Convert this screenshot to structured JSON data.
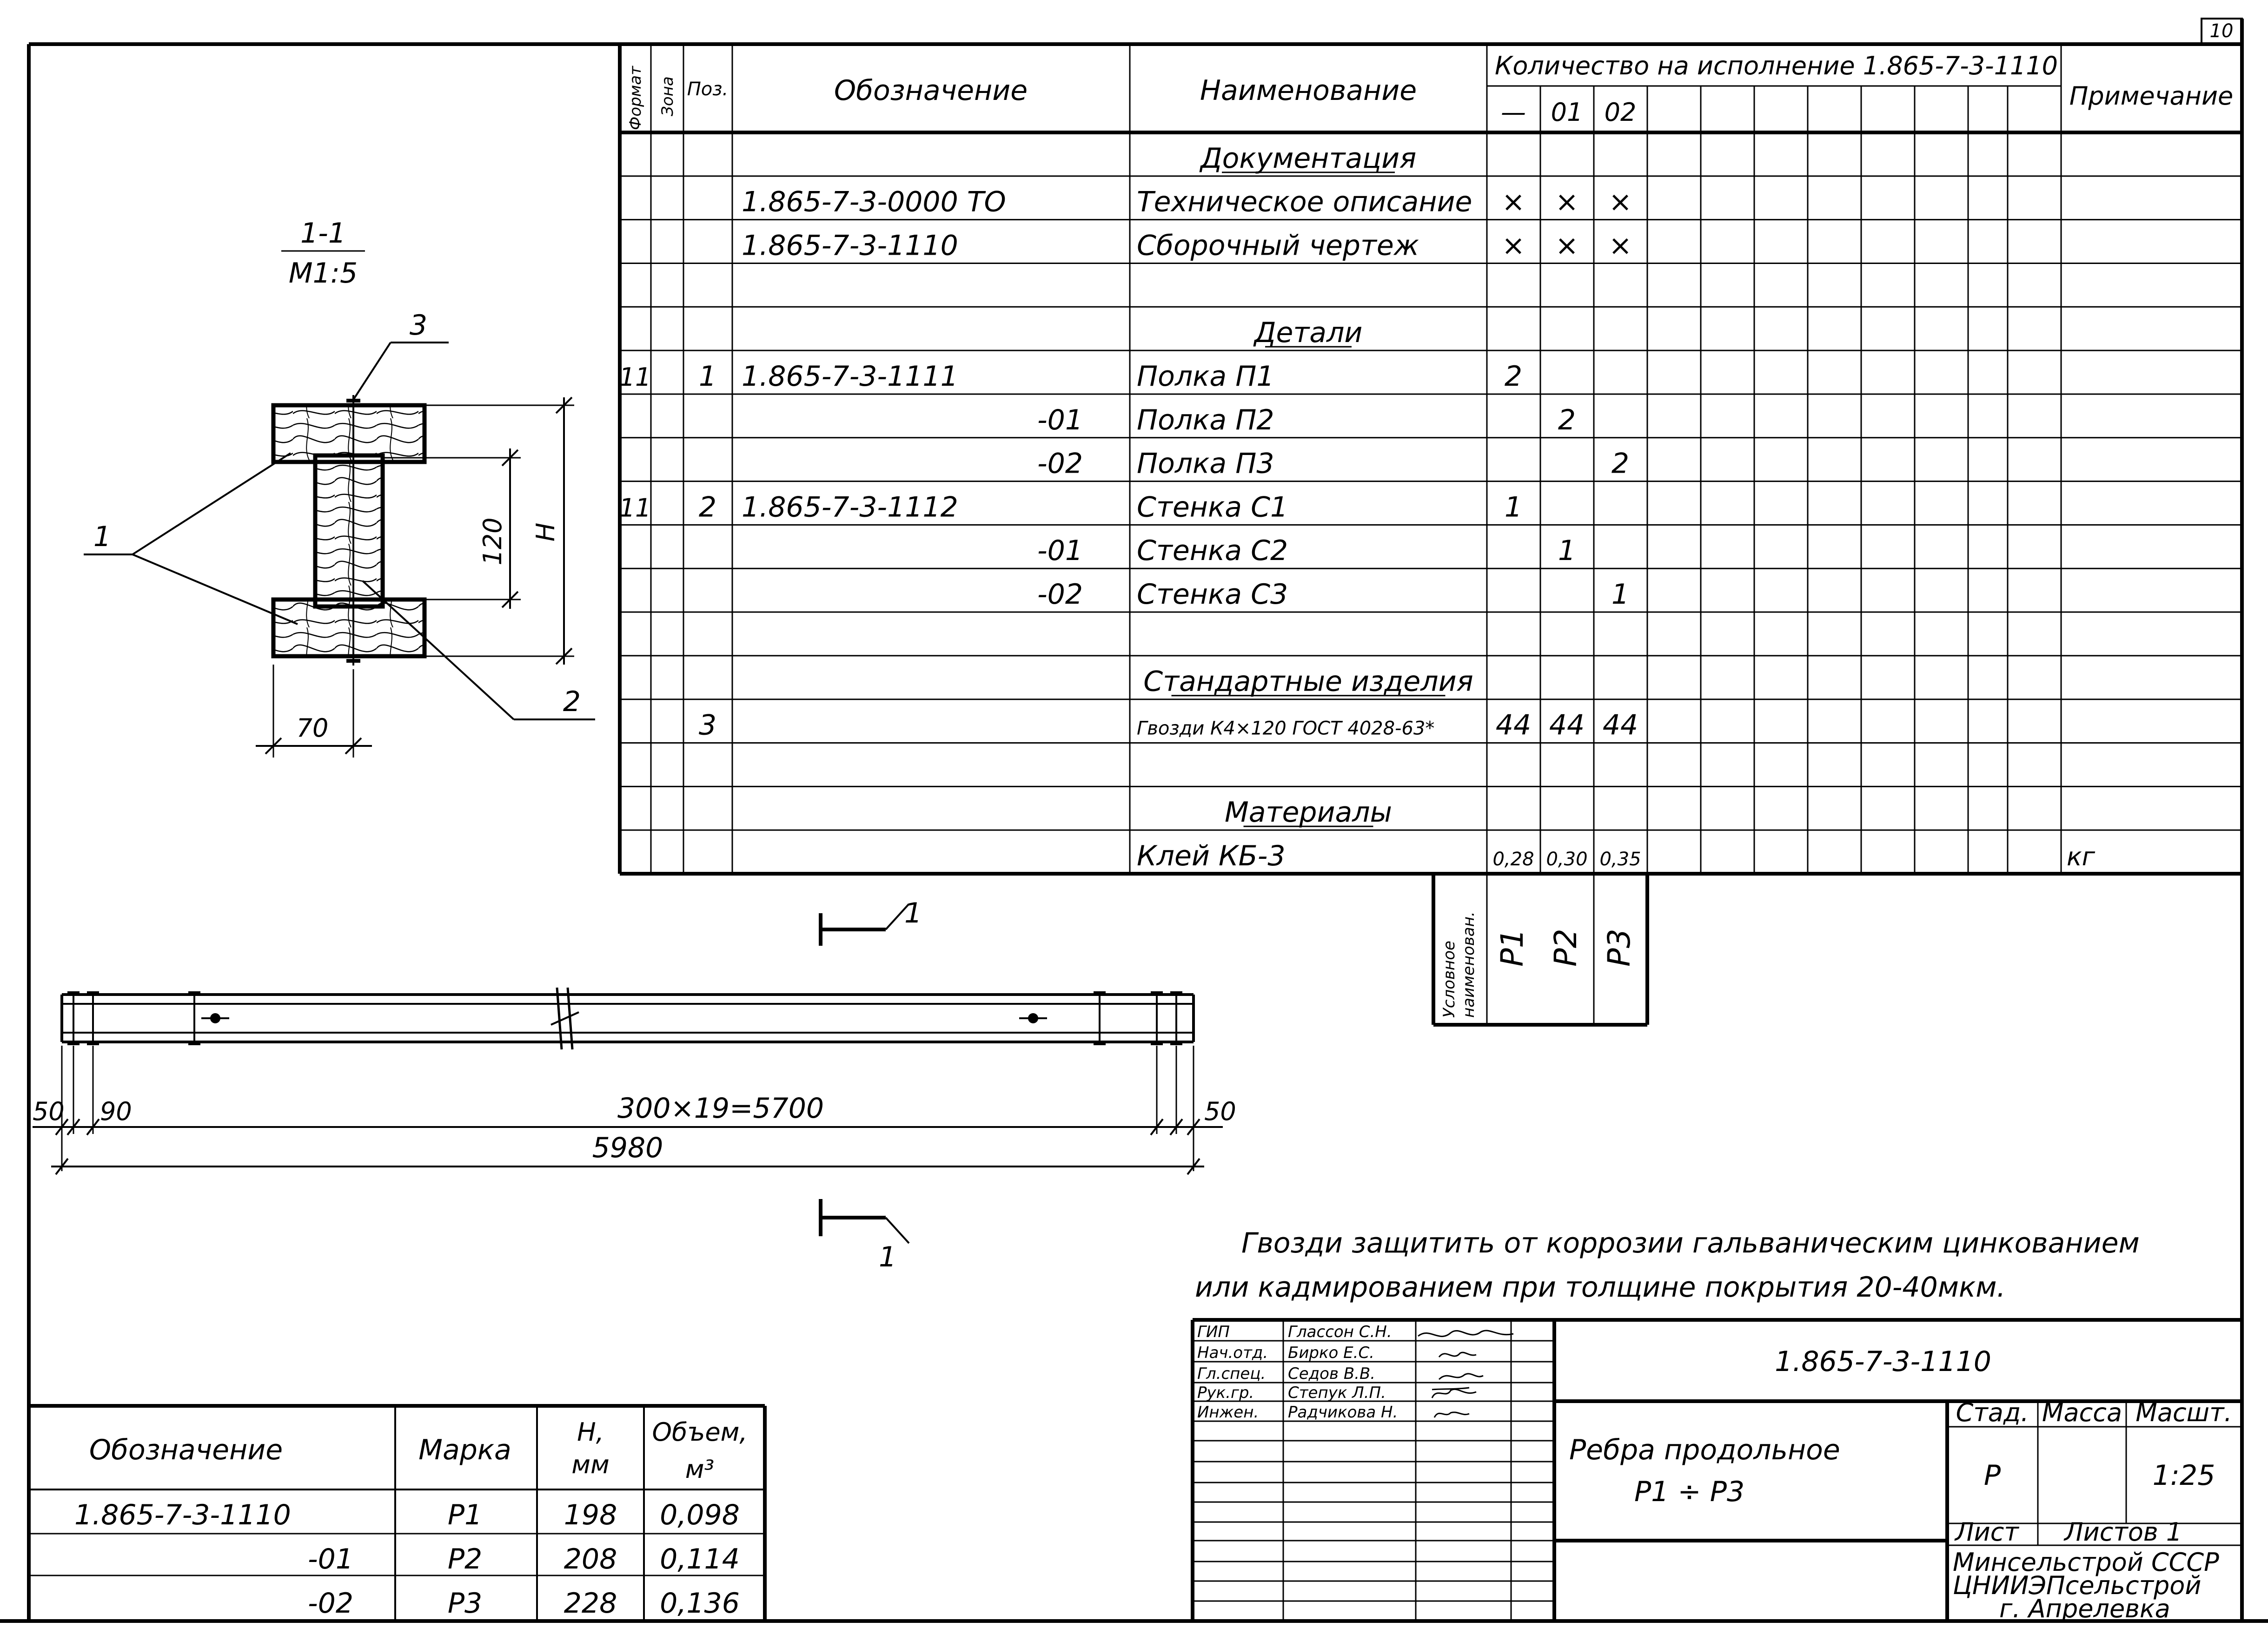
{
  "sheet_number": "10",
  "spec": {
    "header": {
      "format": "Формат",
      "zone": "Зона",
      "pos": "Поз.",
      "designation": "Обозначение",
      "name": "Наименование",
      "qty_title": "Количество на исполнение 1.865-7-3-1110",
      "qty_cols": [
        "—",
        "01",
        "02"
      ],
      "note": "Примечание"
    },
    "rows": [
      {
        "format": "",
        "pos": "",
        "designation": "",
        "name": "Документация",
        "q1": "",
        "q2": "",
        "q3": "",
        "note": "",
        "section": true
      },
      {
        "format": "",
        "pos": "",
        "designation": "1.865-7-3-0000 ТО",
        "name": "Техническое описание",
        "q1": "×",
        "q2": "×",
        "q3": "×",
        "note": ""
      },
      {
        "format": "",
        "pos": "",
        "designation": "1.865-7-3-1110",
        "name": "Сборочный чертеж",
        "q1": "×",
        "q2": "×",
        "q3": "×",
        "note": ""
      },
      {
        "format": "",
        "pos": "",
        "designation": "",
        "name": "",
        "q1": "",
        "q2": "",
        "q3": "",
        "note": ""
      },
      {
        "format": "",
        "pos": "",
        "designation": "",
        "name": "Детали",
        "q1": "",
        "q2": "",
        "q3": "",
        "note": "",
        "section": true
      },
      {
        "format": "11",
        "pos": "1",
        "designation": "1.865-7-3-1111",
        "name": "Полка П1",
        "q1": "2",
        "q2": "",
        "q3": "",
        "note": ""
      },
      {
        "format": "",
        "pos": "",
        "designation": "-01",
        "name": "Полка П2",
        "q1": "",
        "q2": "2",
        "q3": "",
        "note": "",
        "suffix": true
      },
      {
        "format": "",
        "pos": "",
        "designation": "-02",
        "name": "Полка П3",
        "q1": "",
        "q2": "",
        "q3": "2",
        "note": "",
        "suffix": true
      },
      {
        "format": "11",
        "pos": "2",
        "designation": "1.865-7-3-1112",
        "name": "Стенка С1",
        "q1": "1",
        "q2": "",
        "q3": "",
        "note": ""
      },
      {
        "format": "",
        "pos": "",
        "designation": "-01",
        "name": "Стенка С2",
        "q1": "",
        "q2": "1",
        "q3": "",
        "note": "",
        "suffix": true
      },
      {
        "format": "",
        "pos": "",
        "designation": "-02",
        "name": "Стенка С3",
        "q1": "",
        "q2": "",
        "q3": "1",
        "note": "",
        "suffix": true
      },
      {
        "format": "",
        "pos": "",
        "designation": "",
        "name": "",
        "q1": "",
        "q2": "",
        "q3": "",
        "note": ""
      },
      {
        "format": "",
        "pos": "",
        "designation": "",
        "name": "Стандартные изделия",
        "q1": "",
        "q2": "",
        "q3": "",
        "note": "",
        "section": true
      },
      {
        "format": "",
        "pos": "3",
        "designation": "",
        "name": "Гвозди К4×120 ГОСТ 4028-63*",
        "q1": "44",
        "q2": "44",
        "q3": "44",
        "note": "",
        "small": true
      },
      {
        "format": "",
        "pos": "",
        "designation": "",
        "name": "",
        "q1": "",
        "q2": "",
        "q3": "",
        "note": ""
      },
      {
        "format": "",
        "pos": "",
        "designation": "",
        "name": "Материалы",
        "q1": "",
        "q2": "",
        "q3": "",
        "note": "",
        "section": true
      },
      {
        "format": "",
        "pos": "",
        "designation": "",
        "name": "Клей КБ-3",
        "q1": "0,28",
        "q2": "0,30",
        "q3": "0,35",
        "note": "кг",
        "smallq": true
      }
    ],
    "cond_label_1": "Условное",
    "cond_label_2": "наименован.",
    "cond_values": [
      "Р1",
      "Р2",
      "Р3"
    ]
  },
  "section_view": {
    "title": "1-1",
    "scale": "М1:5",
    "leader_1": "1",
    "leader_2": "2",
    "leader_3": "3",
    "dim_120": "120",
    "dim_h": "Н",
    "dim_70": "70"
  },
  "beam": {
    "section_mark": "1",
    "dim_50_left": "50",
    "dim_90": "90",
    "dim_main": "300×19=5700",
    "dim_50_right": "50",
    "dim_total": "5980"
  },
  "notes": {
    "line1": "Гвозди защитить от коррозии гальваническим цинкованием",
    "line2": "или кадмированием при толщине покрытия 20-40мкм."
  },
  "variants": {
    "headers": {
      "designation": "Обозначение",
      "mark": "Марка",
      "h": "Н,",
      "h_unit": "мм",
      "volume": "Объем,",
      "volume_unit": "м³"
    },
    "rows": [
      {
        "designation": "1.865-7-3-1110",
        "mark": "Р1",
        "h": "198",
        "volume": "0,098"
      },
      {
        "designation": "-01",
        "mark": "Р2",
        "h": "208",
        "volume": "0,114"
      },
      {
        "designation": "-02",
        "mark": "Р3",
        "h": "228",
        "volume": "0,136"
      }
    ]
  },
  "title_block": {
    "code": "1.865-7-3-1110",
    "name_line1": "Ребра продольное",
    "name_line2": "Р1 ÷ Р3",
    "stage_h": "Стад.",
    "mass_h": "Масса",
    "scale_h": "Масшт.",
    "stage_v": "Р",
    "scale_v": "1:25",
    "sheet_h": "Лист",
    "sheets_h": "Листов 1",
    "org_line1": "Минсельстрой СССР",
    "org_line2": "ЦНИИЭПсельстрой",
    "org_line3": "г. Апрелевка",
    "signers": [
      {
        "role": "ГИП",
        "name": "Глассон С.Н."
      },
      {
        "role": "Нач.отд.",
        "name": "Бирко Е.С."
      },
      {
        "role": "Гл.спец.",
        "name": "Седов В.В."
      },
      {
        "role": "Рук.гр.",
        "name": "Степук Л.П."
      },
      {
        "role": "Инжен.",
        "name": "Радчикова Н."
      }
    ]
  }
}
